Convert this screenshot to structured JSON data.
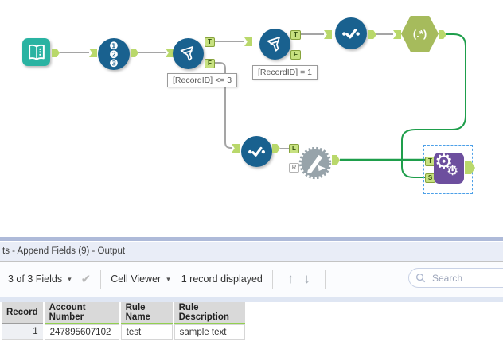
{
  "canvas": {
    "annotations": {
      "filter1": "[RecordID] <= 3",
      "filter2": "[RecordID] = 1"
    },
    "anchors": {
      "t": "T",
      "f": "F",
      "l": "L",
      "r": "R",
      "s": "S"
    },
    "icons": {
      "regex_label": "(.*)",
      "rid1": "❶",
      "rid2": "❷",
      "rid3": "❸",
      "gear_large": "⚙",
      "gear_small": "⚙",
      "gear_plus": "+"
    },
    "colors": {
      "tool_blue": "#19618f",
      "tool_teal": "#2ab3a2",
      "tool_olive": "#a6bb5c",
      "tool_purple": "#6d4f9e",
      "anchor_green": "#c7e180",
      "connection_gray": "#a5a5a5",
      "connection_green": "#1e9e4b",
      "selection_blue": "#4da0e8"
    }
  },
  "results_panel": {
    "title": "ts - Append Fields (9) - Output",
    "toolbar": {
      "fields_dropdown": "3 of 3 Fields",
      "caret": "▾",
      "check": "✔",
      "cell_viewer": "Cell Viewer",
      "record_count": "1 record displayed",
      "up_arrow": "↑",
      "down_arrow": "↓",
      "search_placeholder": "Search"
    },
    "table": {
      "headers": [
        "Record",
        "Account Number",
        "Rule Name",
        "Rule Description"
      ],
      "rows": [
        [
          "1",
          "247895607102",
          "test",
          "sample text"
        ]
      ]
    }
  }
}
